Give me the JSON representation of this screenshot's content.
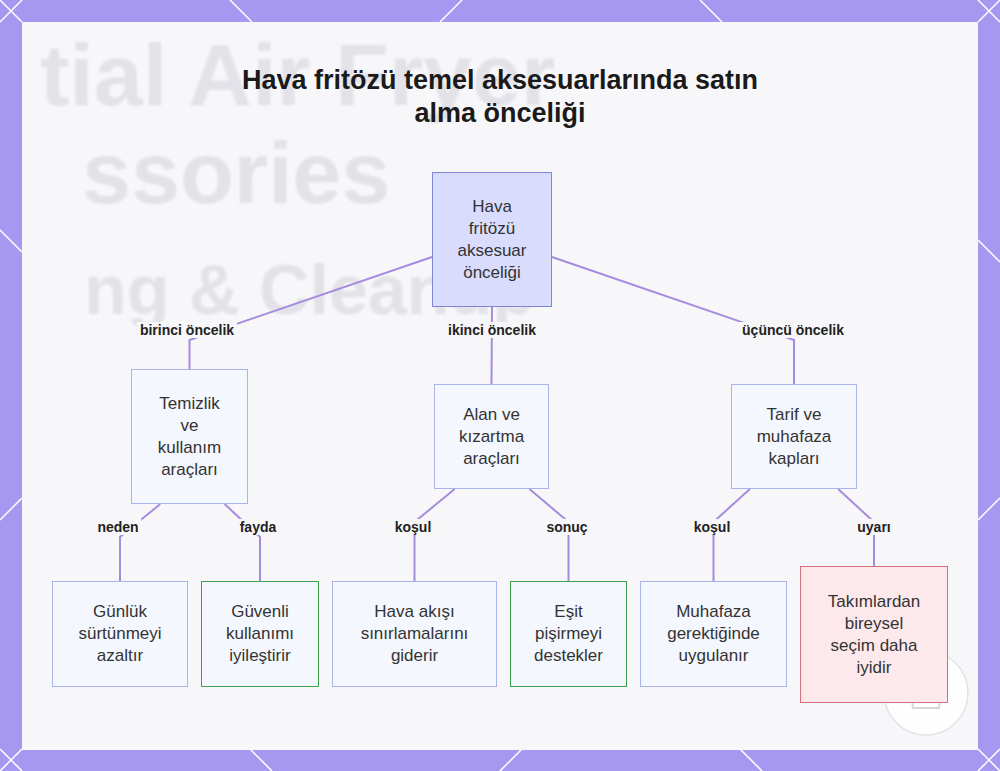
{
  "diagram": {
    "title": "Hava fritözü temel aksesuarlarında satın alma önceliği",
    "nodes": [
      {
        "text": [
          "Hava fritözü aksesuar önceliği"
        ]
      },
      {
        "text": [
          "Temizlik ve kullanım araçları"
        ]
      },
      {
        "text": [
          "Alan ve kızartma araçları"
        ]
      },
      {
        "text": [
          "Tarif ve muhafaza kapları"
        ]
      },
      {
        "text": [
          "Günlük sürtünmeyi azaltır"
        ]
      },
      {
        "text": [
          "Güvenli kullanımı iyileştirir"
        ]
      },
      {
        "text": [
          "Hava akışı sınırlamalarını giderir"
        ]
      },
      {
        "text": [
          "Eşit pişirmeyi destekler"
        ]
      },
      {
        "text": [
          "Muhafaza gerektiğinde uygulanır"
        ]
      },
      {
        "text": [
          "Takımlardan bireysel seçim daha iyidir"
        ]
      }
    ],
    "edges": [
      {
        "from": 0,
        "to": 1,
        "label": "birinci öncelik",
        "arrow": "none"
      },
      {
        "from": 0,
        "to": 2,
        "label": "ikinci öncelik",
        "arrow": "none"
      },
      {
        "from": 0,
        "to": 3,
        "label": "üçüncü öncelik",
        "arrow": "none"
      },
      {
        "from": 1,
        "to": 4,
        "label": "neden",
        "arrow": "none"
      },
      {
        "from": 1,
        "to": 5,
        "label": "fayda",
        "arrow": "none"
      },
      {
        "from": 2,
        "to": 6,
        "label": "koşul",
        "arrow": "none"
      },
      {
        "from": 2,
        "to": 7,
        "label": "sonuç",
        "arrow": "none"
      },
      {
        "from": 3,
        "to": 8,
        "label": "koşul",
        "arrow": "none"
      },
      {
        "from": 3,
        "to": 9,
        "label": "uyarı",
        "arrow": "none"
      }
    ],
    "labels": [
      "tial Air Fryer",
      "ssories",
      "ng & Cleanup"
    ]
  }
}
